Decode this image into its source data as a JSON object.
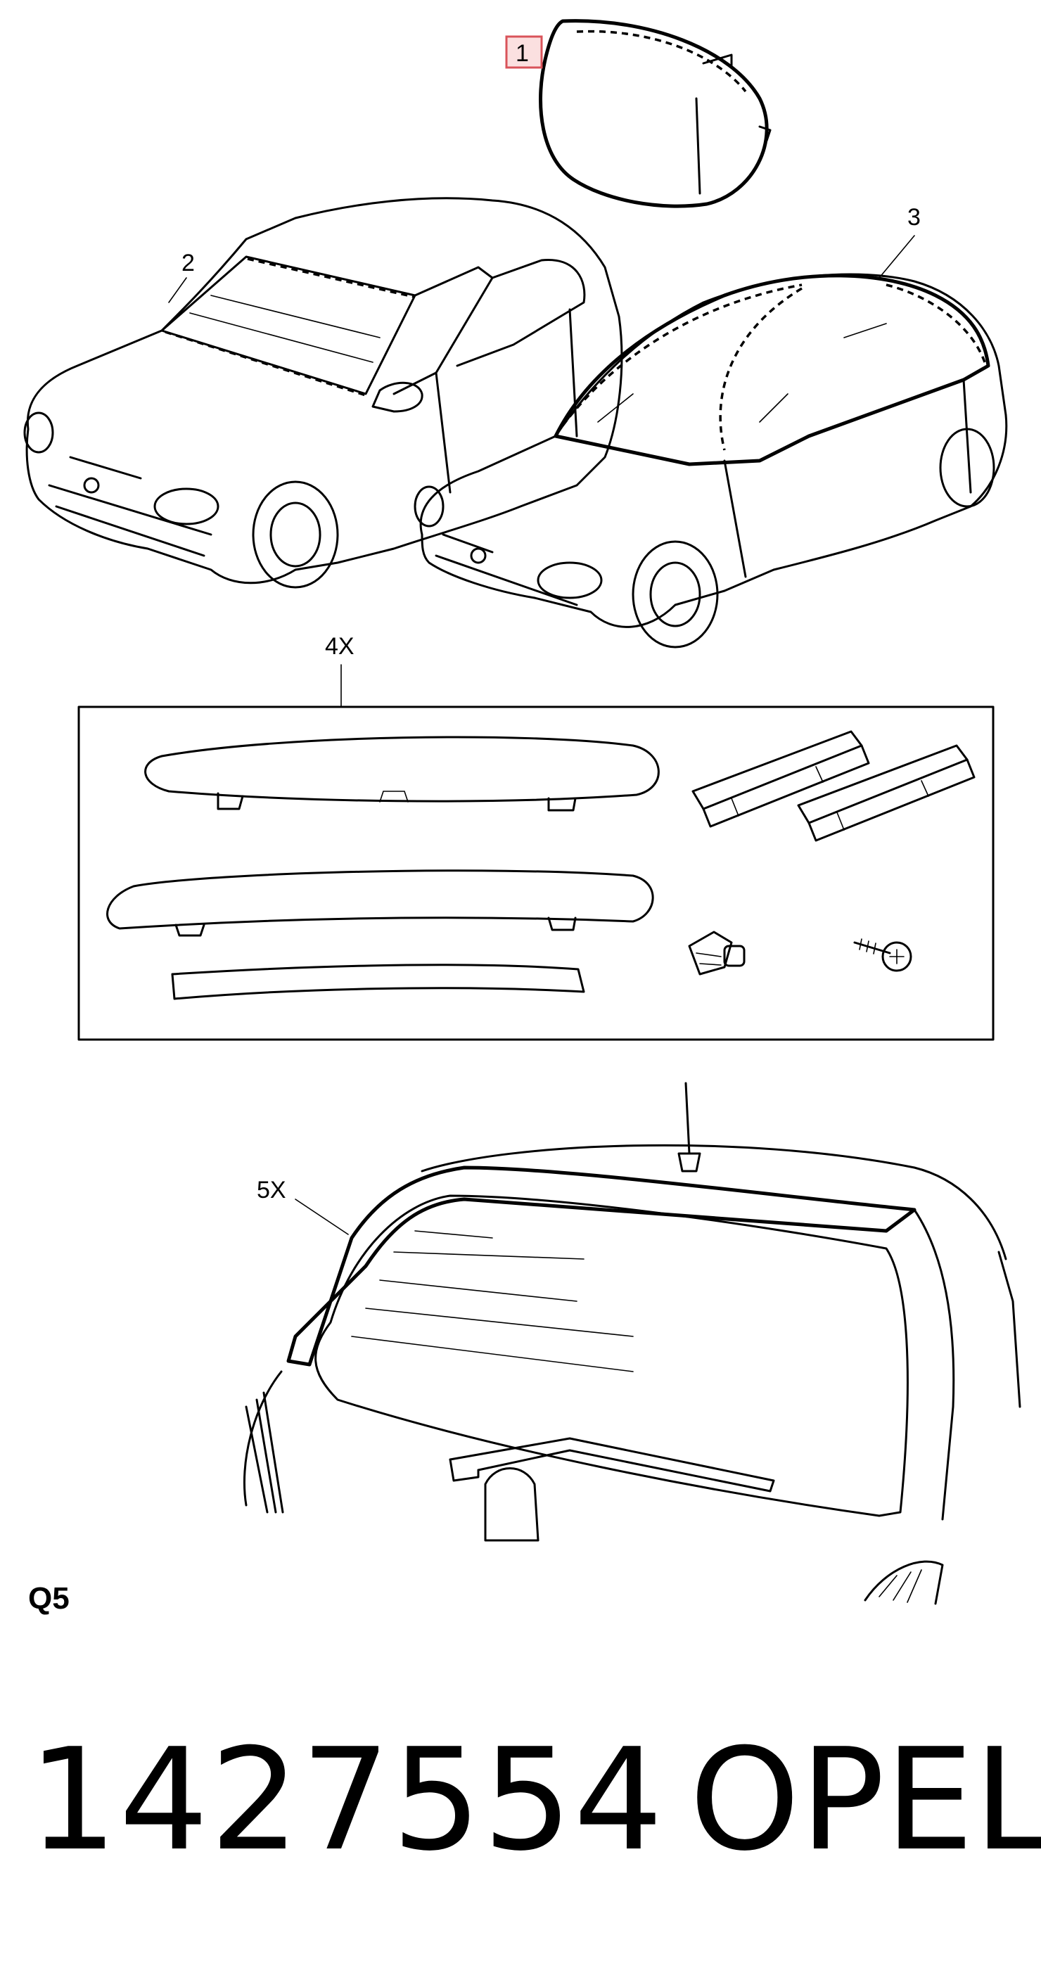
{
  "callouts": {
    "item_1": "1",
    "item_2": "2",
    "item_3": "3",
    "item_4": "4X",
    "item_5": "5X"
  },
  "section_code": "Q5",
  "footer": {
    "part_number": "1427554",
    "brand": "OPEL"
  },
  "colors": {
    "highlight_fill": "#fbe0e0",
    "highlight_stroke": "#d9535a",
    "line": "#000000"
  }
}
